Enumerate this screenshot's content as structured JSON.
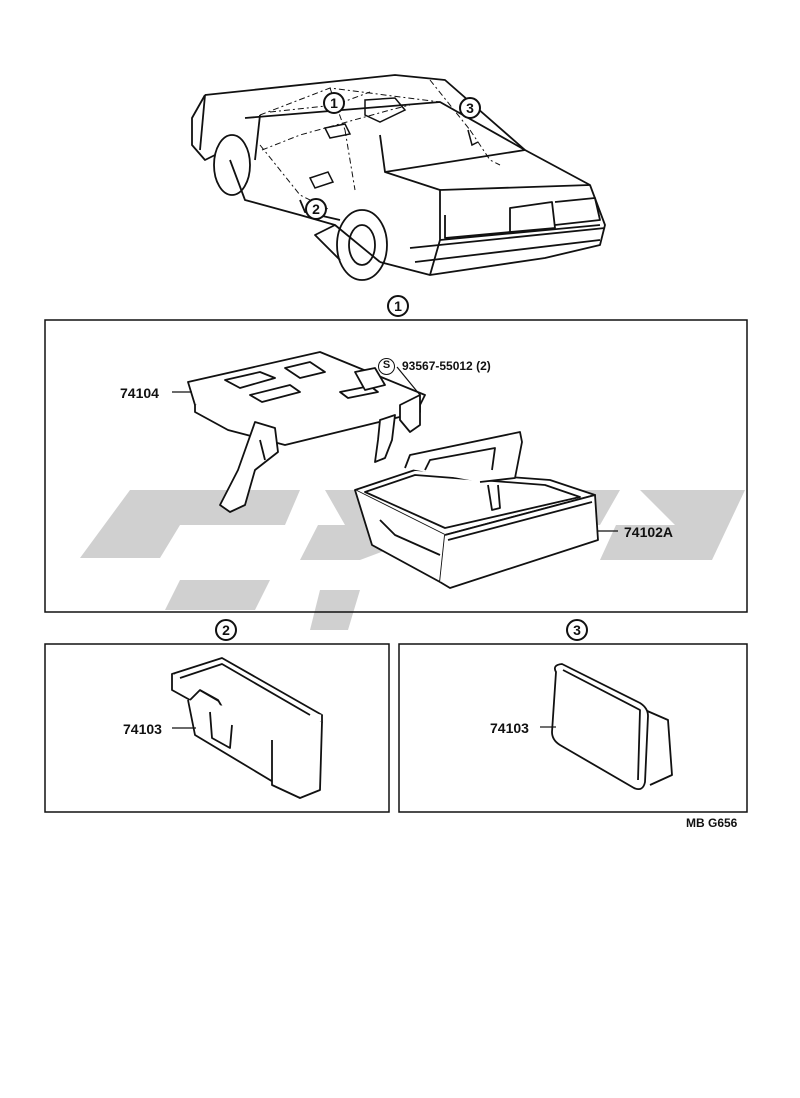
{
  "callouts": {
    "overview_1": "1",
    "overview_2": "2",
    "overview_3": "3",
    "panel_1": "1",
    "panel_2": "2",
    "panel_3": "3"
  },
  "parts": {
    "p74104": "74104",
    "p74102A": "74102A",
    "screw_symbol": "S",
    "screw_number": "93567-55012 (2)",
    "p74103_left": "74103",
    "p74103_right": "74103"
  },
  "diagram_code": "MB G656",
  "colors": {
    "line": "#111111",
    "watermark": "#c8c8c8",
    "background": "#ffffff"
  }
}
